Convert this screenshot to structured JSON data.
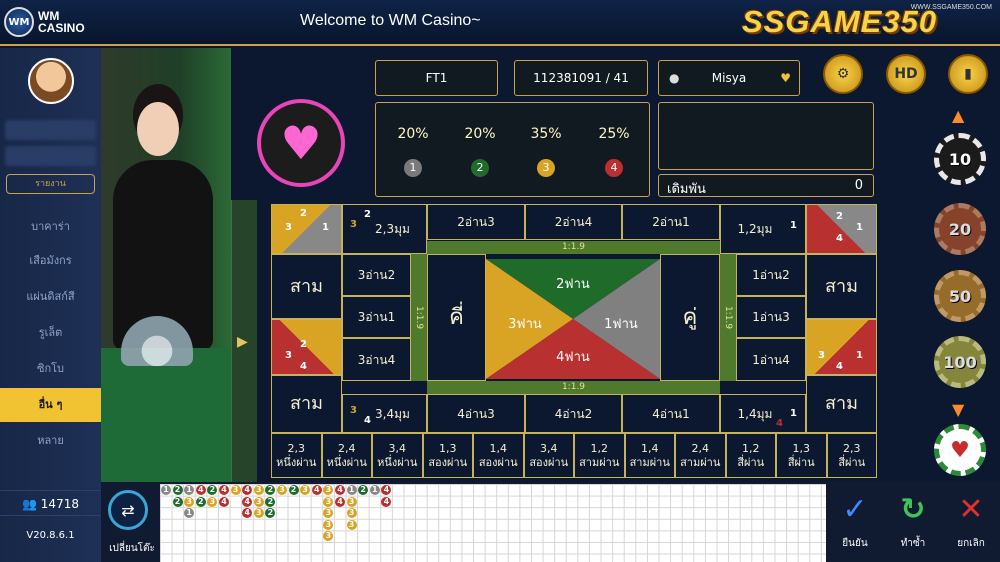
{
  "header": {
    "logo_mark": "WM",
    "logo_text_1": "WM",
    "logo_text_2": "CASINO",
    "welcome": "Welcome to WM Casino~",
    "brand": "SSGAME350",
    "brand_url": "WWW.SSGAME350.COM"
  },
  "sidebar": {
    "user_button": "รายงาน",
    "items": [
      {
        "label": "บาคาร่า",
        "active": false
      },
      {
        "label": "เสือมังกร",
        "active": false
      },
      {
        "label": "แผ่นดิสก์สี",
        "active": false
      },
      {
        "label": "รูเล็ต",
        "active": false
      },
      {
        "label": "ซิกโบ",
        "active": false
      },
      {
        "label": "อื่น ๆ",
        "active": true
      },
      {
        "label": "หลาย",
        "active": false
      }
    ],
    "online_count": "14718",
    "version": "V20.8.6.1"
  },
  "table_info": {
    "table_name": "FT1",
    "round": "112381091 / 41",
    "player": "Misya",
    "bet_label": "เดิมพัน",
    "bet_value": "0",
    "odds": [
      {
        "pct": "20%",
        "num": "1",
        "color": "#7a7a7a"
      },
      {
        "pct": "20%",
        "num": "2",
        "color": "#1f6b2a"
      },
      {
        "pct": "35%",
        "num": "3",
        "color": "#d9a423"
      },
      {
        "pct": "25%",
        "num": "4",
        "color": "#b93030"
      }
    ]
  },
  "toolbar": {
    "hd_label": "HD"
  },
  "bet_table": {
    "top_row": [
      "2,3มุม",
      "2อ่าน3",
      "2อ่าน4",
      "2อ่าน1",
      "1,2มุม"
    ],
    "bottom_row": [
      "3,4มุม",
      "4อ่าน3",
      "4อ่าน2",
      "4อ่าน1",
      "1,4มุม"
    ],
    "left_col": [
      "3อ่าน2",
      "3อ่าน1",
      "3อ่าน4"
    ],
    "right_col": [
      "1อ่าน2",
      "1อ่าน3",
      "1อ่าน4"
    ],
    "sam": "สาม",
    "odd": "คี่",
    "even": "คู่",
    "strip_ratio": "1:1.9",
    "center": {
      "top": "2ฟาน",
      "left": "3ฟาน",
      "right": "1ฟาน",
      "bottom": "4ฟาน"
    },
    "tri_nums": {
      "a": "2",
      "b": "3",
      "c": "1",
      "d": "4"
    },
    "bottom_cells": [
      {
        "n": "2,3",
        "t": "หนึ่งผ่าน"
      },
      {
        "n": "2,4",
        "t": "หนึ่งผ่าน"
      },
      {
        "n": "3,4",
        "t": "หนึ่งผ่าน"
      },
      {
        "n": "1,3",
        "t": "สองผ่าน"
      },
      {
        "n": "1,4",
        "t": "สองผ่าน"
      },
      {
        "n": "3,4",
        "t": "สองผ่าน"
      },
      {
        "n": "1,2",
        "t": "สามผ่าน"
      },
      {
        "n": "1,4",
        "t": "สามผ่าน"
      },
      {
        "n": "2,4",
        "t": "สามผ่าน"
      },
      {
        "n": "1,2",
        "t": "สี่ผ่าน"
      },
      {
        "n": "1,3",
        "t": "สี่ผ่าน"
      },
      {
        "n": "2,3",
        "t": "สี่ผ่าน"
      }
    ]
  },
  "chips": [
    "10",
    "20",
    "50",
    "100"
  ],
  "bottom": {
    "switch_label": "เปลี่ยนโต๊ะ",
    "confirm": "ยืนยัน",
    "repeat": "ทำซ้ำ",
    "cancel": "ยกเลิก",
    "road_rows": [
      [
        "1",
        "2",
        "1",
        "4",
        "2",
        "4",
        "3",
        "4",
        "3",
        "2",
        "3",
        "2",
        "3",
        "4",
        "3",
        "4",
        "1",
        "2",
        "1",
        "4"
      ],
      [
        "",
        "2",
        "3",
        "2",
        "3",
        "4",
        "",
        "4",
        "3",
        "2",
        "",
        "",
        "",
        "",
        "3",
        "4",
        "3",
        "",
        "",
        "4"
      ],
      [
        "",
        "",
        "1",
        "",
        "",
        "",
        "",
        "4",
        "3",
        "2",
        "",
        "",
        "",
        "",
        "3",
        "",
        "3",
        "",
        "",
        ""
      ],
      [
        "",
        "",
        "",
        "",
        "",
        "",
        "",
        "",
        "",
        "",
        "",
        "",
        "",
        "",
        "3",
        "",
        "3",
        "",
        "",
        ""
      ],
      [
        "",
        "",
        "",
        "",
        "",
        "",
        "",
        "",
        "",
        "",
        "",
        "",
        "",
        "",
        "3",
        "",
        "",
        "",
        "",
        ""
      ]
    ],
    "num_colors": {
      "1": "#888888",
      "2": "#1f6b2a",
      "3": "#d9a423",
      "4": "#b93030"
    }
  }
}
